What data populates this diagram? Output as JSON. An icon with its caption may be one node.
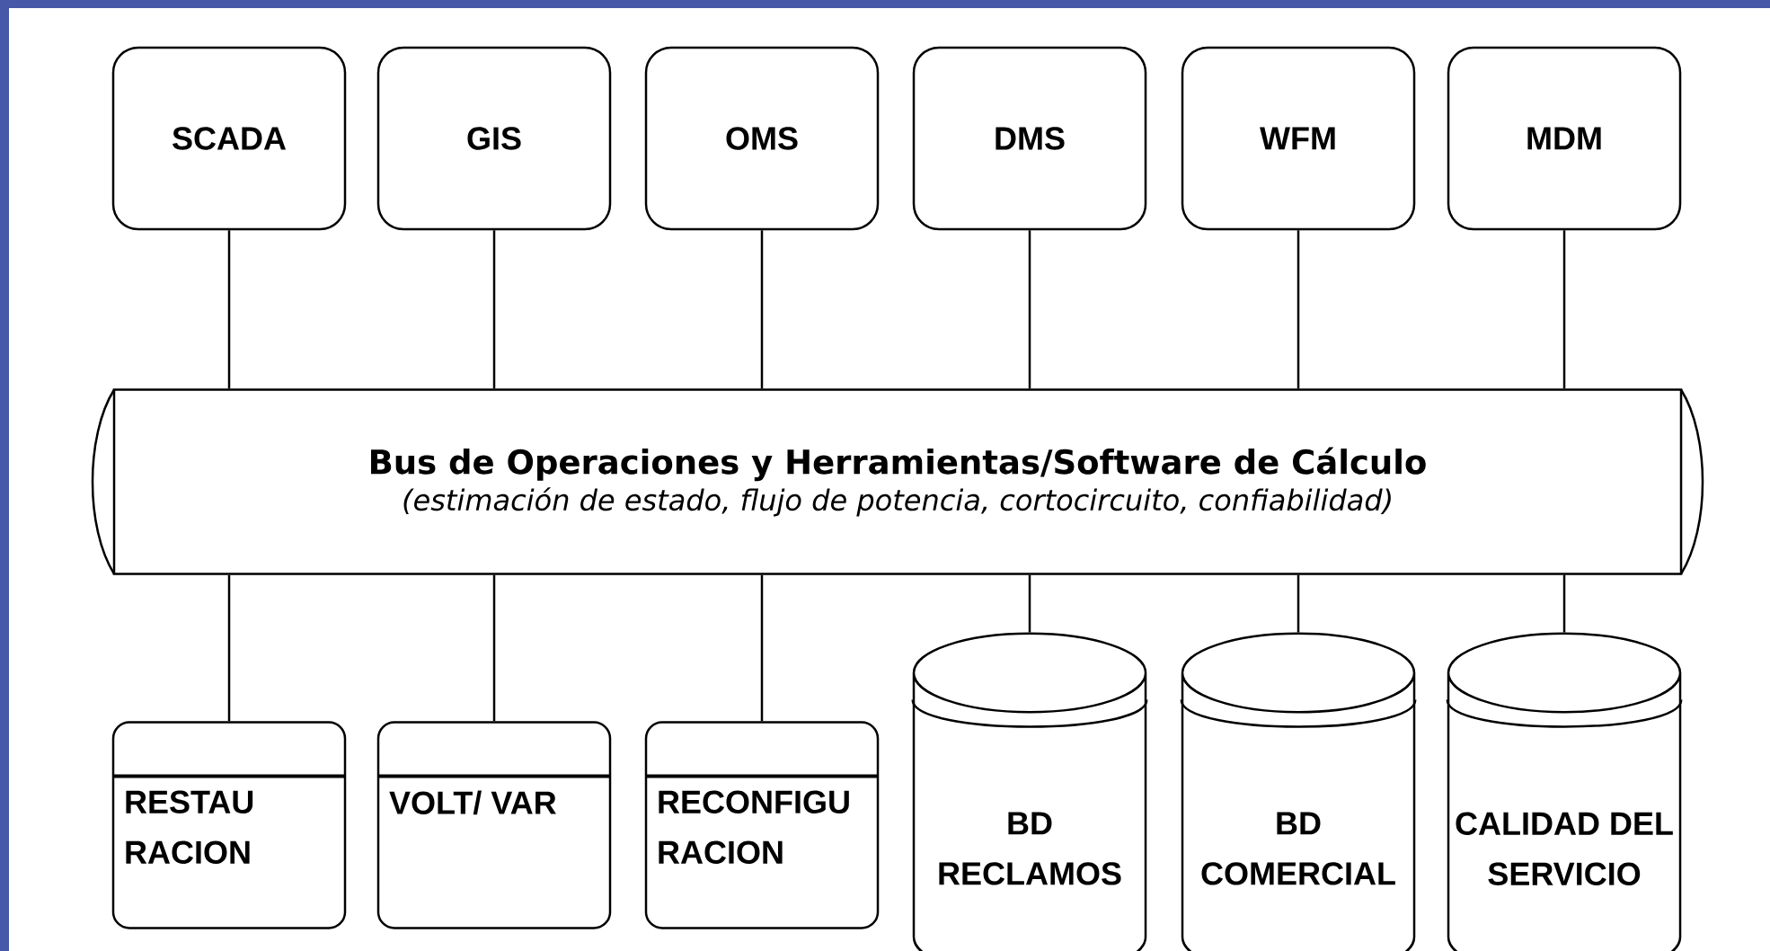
{
  "diagram": {
    "nodes": [
      {
        "text": [
          "SCADA"
        ]
      },
      {
        "text": [
          "GIS"
        ]
      },
      {
        "text": [
          "OMS"
        ]
      },
      {
        "text": [
          "DMS"
        ]
      },
      {
        "text": [
          "WFM"
        ]
      },
      {
        "text": [
          "MDM"
        ]
      },
      {
        "text": [
          "Bus de Operaciones y Herramientas/Software de Cálculo",
          "(estimación de estado, flujo de potencia, cortocircuito, confiabilidad)"
        ]
      },
      {
        "text": [
          "RESTAU RACION"
        ]
      },
      {
        "text": [
          "VOLT/ VAR"
        ]
      },
      {
        "text": [
          "RECONFIGU RACION"
        ]
      },
      {
        "text": [
          "BD RECLAMOS"
        ]
      },
      {
        "text": [
          "BD COMERCIAL"
        ]
      },
      {
        "text": [
          "CALIDAD DEL SERVICIO"
        ]
      }
    ],
    "edges": [
      {
        "from": 0,
        "to": 6,
        "arrow": "none"
      },
      {
        "from": 1,
        "to": 6,
        "arrow": "none"
      },
      {
        "from": 2,
        "to": 6,
        "arrow": "none"
      },
      {
        "from": 3,
        "to": 6,
        "arrow": "none"
      },
      {
        "from": 4,
        "to": 6,
        "arrow": "none"
      },
      {
        "from": 5,
        "to": 6,
        "arrow": "none"
      },
      {
        "from": 6,
        "to": 7,
        "arrow": "none"
      },
      {
        "from": 6,
        "to": 8,
        "arrow": "none"
      },
      {
        "from": 6,
        "to": 9,
        "arrow": "none"
      },
      {
        "from": 6,
        "to": 10,
        "arrow": "none"
      },
      {
        "from": 6,
        "to": 11,
        "arrow": "none"
      },
      {
        "from": 6,
        "to": 12,
        "arrow": "none"
      }
    ]
  }
}
